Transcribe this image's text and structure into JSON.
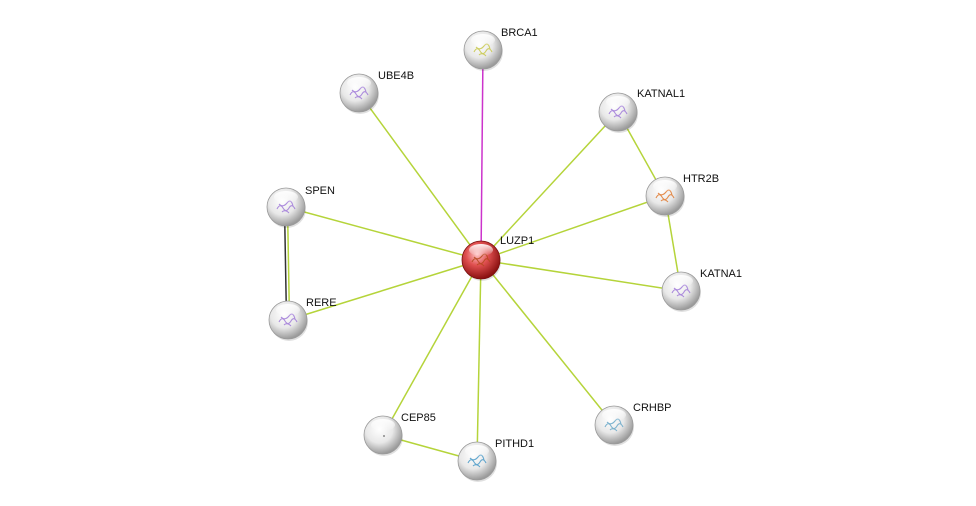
{
  "network": {
    "center": "LUZP1",
    "nodes": [
      {
        "id": "LUZP1",
        "label": "LUZP1",
        "color": "#d63a3a",
        "structure": "protein-structure",
        "glyph": "#b5481e"
      },
      {
        "id": "BRCA1",
        "label": "BRCA1",
        "color": "#e6e6e6",
        "structure": "protein-structure",
        "glyph": "#c8c84a"
      },
      {
        "id": "UBE4B",
        "label": "UBE4B",
        "color": "#e6e6e6",
        "structure": "protein-structure",
        "glyph": "#a07ad8"
      },
      {
        "id": "KATNAL1",
        "label": "KATNAL1",
        "color": "#e6e6e6",
        "structure": "protein-structure",
        "glyph": "#a07ad8"
      },
      {
        "id": "HTR2B",
        "label": "HTR2B",
        "color": "#e6e6e6",
        "structure": "protein-structure",
        "glyph": "#e07a30"
      },
      {
        "id": "SPEN",
        "label": "SPEN",
        "color": "#e6e6e6",
        "structure": "protein-structure",
        "glyph": "#a07ad8"
      },
      {
        "id": "KATNA1",
        "label": "KATNA1",
        "color": "#e6e6e6",
        "structure": "protein-structure",
        "glyph": "#a07ad8"
      },
      {
        "id": "RERE",
        "label": "RERE",
        "color": "#e6e6e6",
        "structure": "protein-structure",
        "glyph": "#a07ad8"
      },
      {
        "id": "CEP85",
        "label": "CEP85",
        "color": "#e6e6e6",
        "structure": "none",
        "glyph": "#888888"
      },
      {
        "id": "PITHD1",
        "label": "PITHD1",
        "color": "#e6e6e6",
        "structure": "protein-structure",
        "glyph": "#4a9ac8"
      },
      {
        "id": "CRHBP",
        "label": "CRHBP",
        "color": "#e6e6e6",
        "structure": "protein-structure",
        "glyph": "#6aa8c8"
      }
    ],
    "edges": [
      {
        "source": "LUZP1",
        "target": "BRCA1",
        "color": "#cc33cc"
      },
      {
        "source": "LUZP1",
        "target": "UBE4B",
        "color": "#b5d43a"
      },
      {
        "source": "LUZP1",
        "target": "KATNAL1",
        "color": "#b5d43a"
      },
      {
        "source": "LUZP1",
        "target": "HTR2B",
        "color": "#b5d43a"
      },
      {
        "source": "LUZP1",
        "target": "SPEN",
        "color": "#b5d43a"
      },
      {
        "source": "LUZP1",
        "target": "KATNA1",
        "color": "#b5d43a"
      },
      {
        "source": "LUZP1",
        "target": "RERE",
        "color": "#b5d43a"
      },
      {
        "source": "LUZP1",
        "target": "CEP85",
        "color": "#b5d43a"
      },
      {
        "source": "LUZP1",
        "target": "PITHD1",
        "color": "#b5d43a"
      },
      {
        "source": "LUZP1",
        "target": "CRHBP",
        "color": "#b5d43a"
      },
      {
        "source": "KATNAL1",
        "target": "HTR2B",
        "color": "#b5d43a"
      },
      {
        "source": "HTR2B",
        "target": "KATNA1",
        "color": "#b5d43a"
      },
      {
        "source": "CEP85",
        "target": "PITHD1",
        "color": "#b5d43a"
      },
      {
        "source": "SPEN",
        "target": "RERE",
        "color": "#b5d43a",
        "extra_color": "#333333"
      }
    ]
  }
}
